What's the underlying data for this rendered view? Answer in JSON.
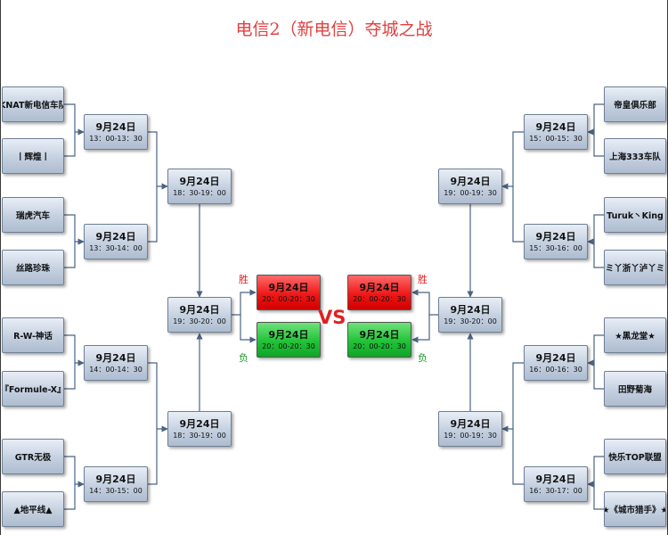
{
  "title": "电信2（新电信）夺城之战",
  "teams_left": [
    "KNAT新电信车队",
    "丨辉煌丨",
    "瑞虎汽车",
    "丝路珍珠",
    "R-W-神话",
    "『Formule-X』",
    "GTR无极",
    "▲地平线▲"
  ],
  "teams_right": [
    "帝皇俱乐部",
    "上海333车队",
    "Turuk丶King",
    "ミ丫浙丫泸丫ミ",
    "★黑龙堂★",
    "田野菊海",
    "快乐TOP联盟",
    "★《城市猎手》★"
  ],
  "left_r1": [
    {
      "date": "9月24日",
      "time": "13：00-13：30"
    },
    {
      "date": "9月24日",
      "time": "13：30-14：00"
    },
    {
      "date": "9月24日",
      "time": "14：00-14：30"
    },
    {
      "date": "9月24日",
      "time": "14：30-15：00"
    }
  ],
  "right_r1": [
    {
      "date": "9月24日",
      "time": "15：00-15：30"
    },
    {
      "date": "9月24日",
      "time": "15：30-16：00"
    },
    {
      "date": "9月24日",
      "time": "16：00-16：30"
    },
    {
      "date": "9月24日",
      "time": "16：30-17：00"
    }
  ],
  "left_r2": [
    {
      "date": "9月24日",
      "time": "18：30-19：00"
    },
    {
      "date": "9月24日",
      "time": "18：30-19：00"
    }
  ],
  "right_r2": [
    {
      "date": "9月24日",
      "time": "19：00-19：30"
    },
    {
      "date": "9月24日",
      "time": "19：00-19：30"
    }
  ],
  "left_semi": {
    "date": "9月24日",
    "time": "19：30-20：00"
  },
  "right_semi": {
    "date": "9月24日",
    "time": "19：30-20：00"
  },
  "finals": {
    "left_win": {
      "date": "9月24日",
      "time": "20：00-20：30"
    },
    "left_lose": {
      "date": "9月24日",
      "time": "20：00-20：30"
    },
    "right_win": {
      "date": "9月24日",
      "time": "20：00-20：30"
    },
    "right_lose": {
      "date": "9月24日",
      "time": "20：00-20：30"
    }
  },
  "labels": {
    "win": "胜",
    "lose": "负",
    "vs": "VS"
  },
  "colors": {
    "title": "#e04040",
    "line": "#4a6385",
    "box": "#c4d0e0",
    "win_box": "#f01818",
    "lose_box": "#22c238"
  }
}
